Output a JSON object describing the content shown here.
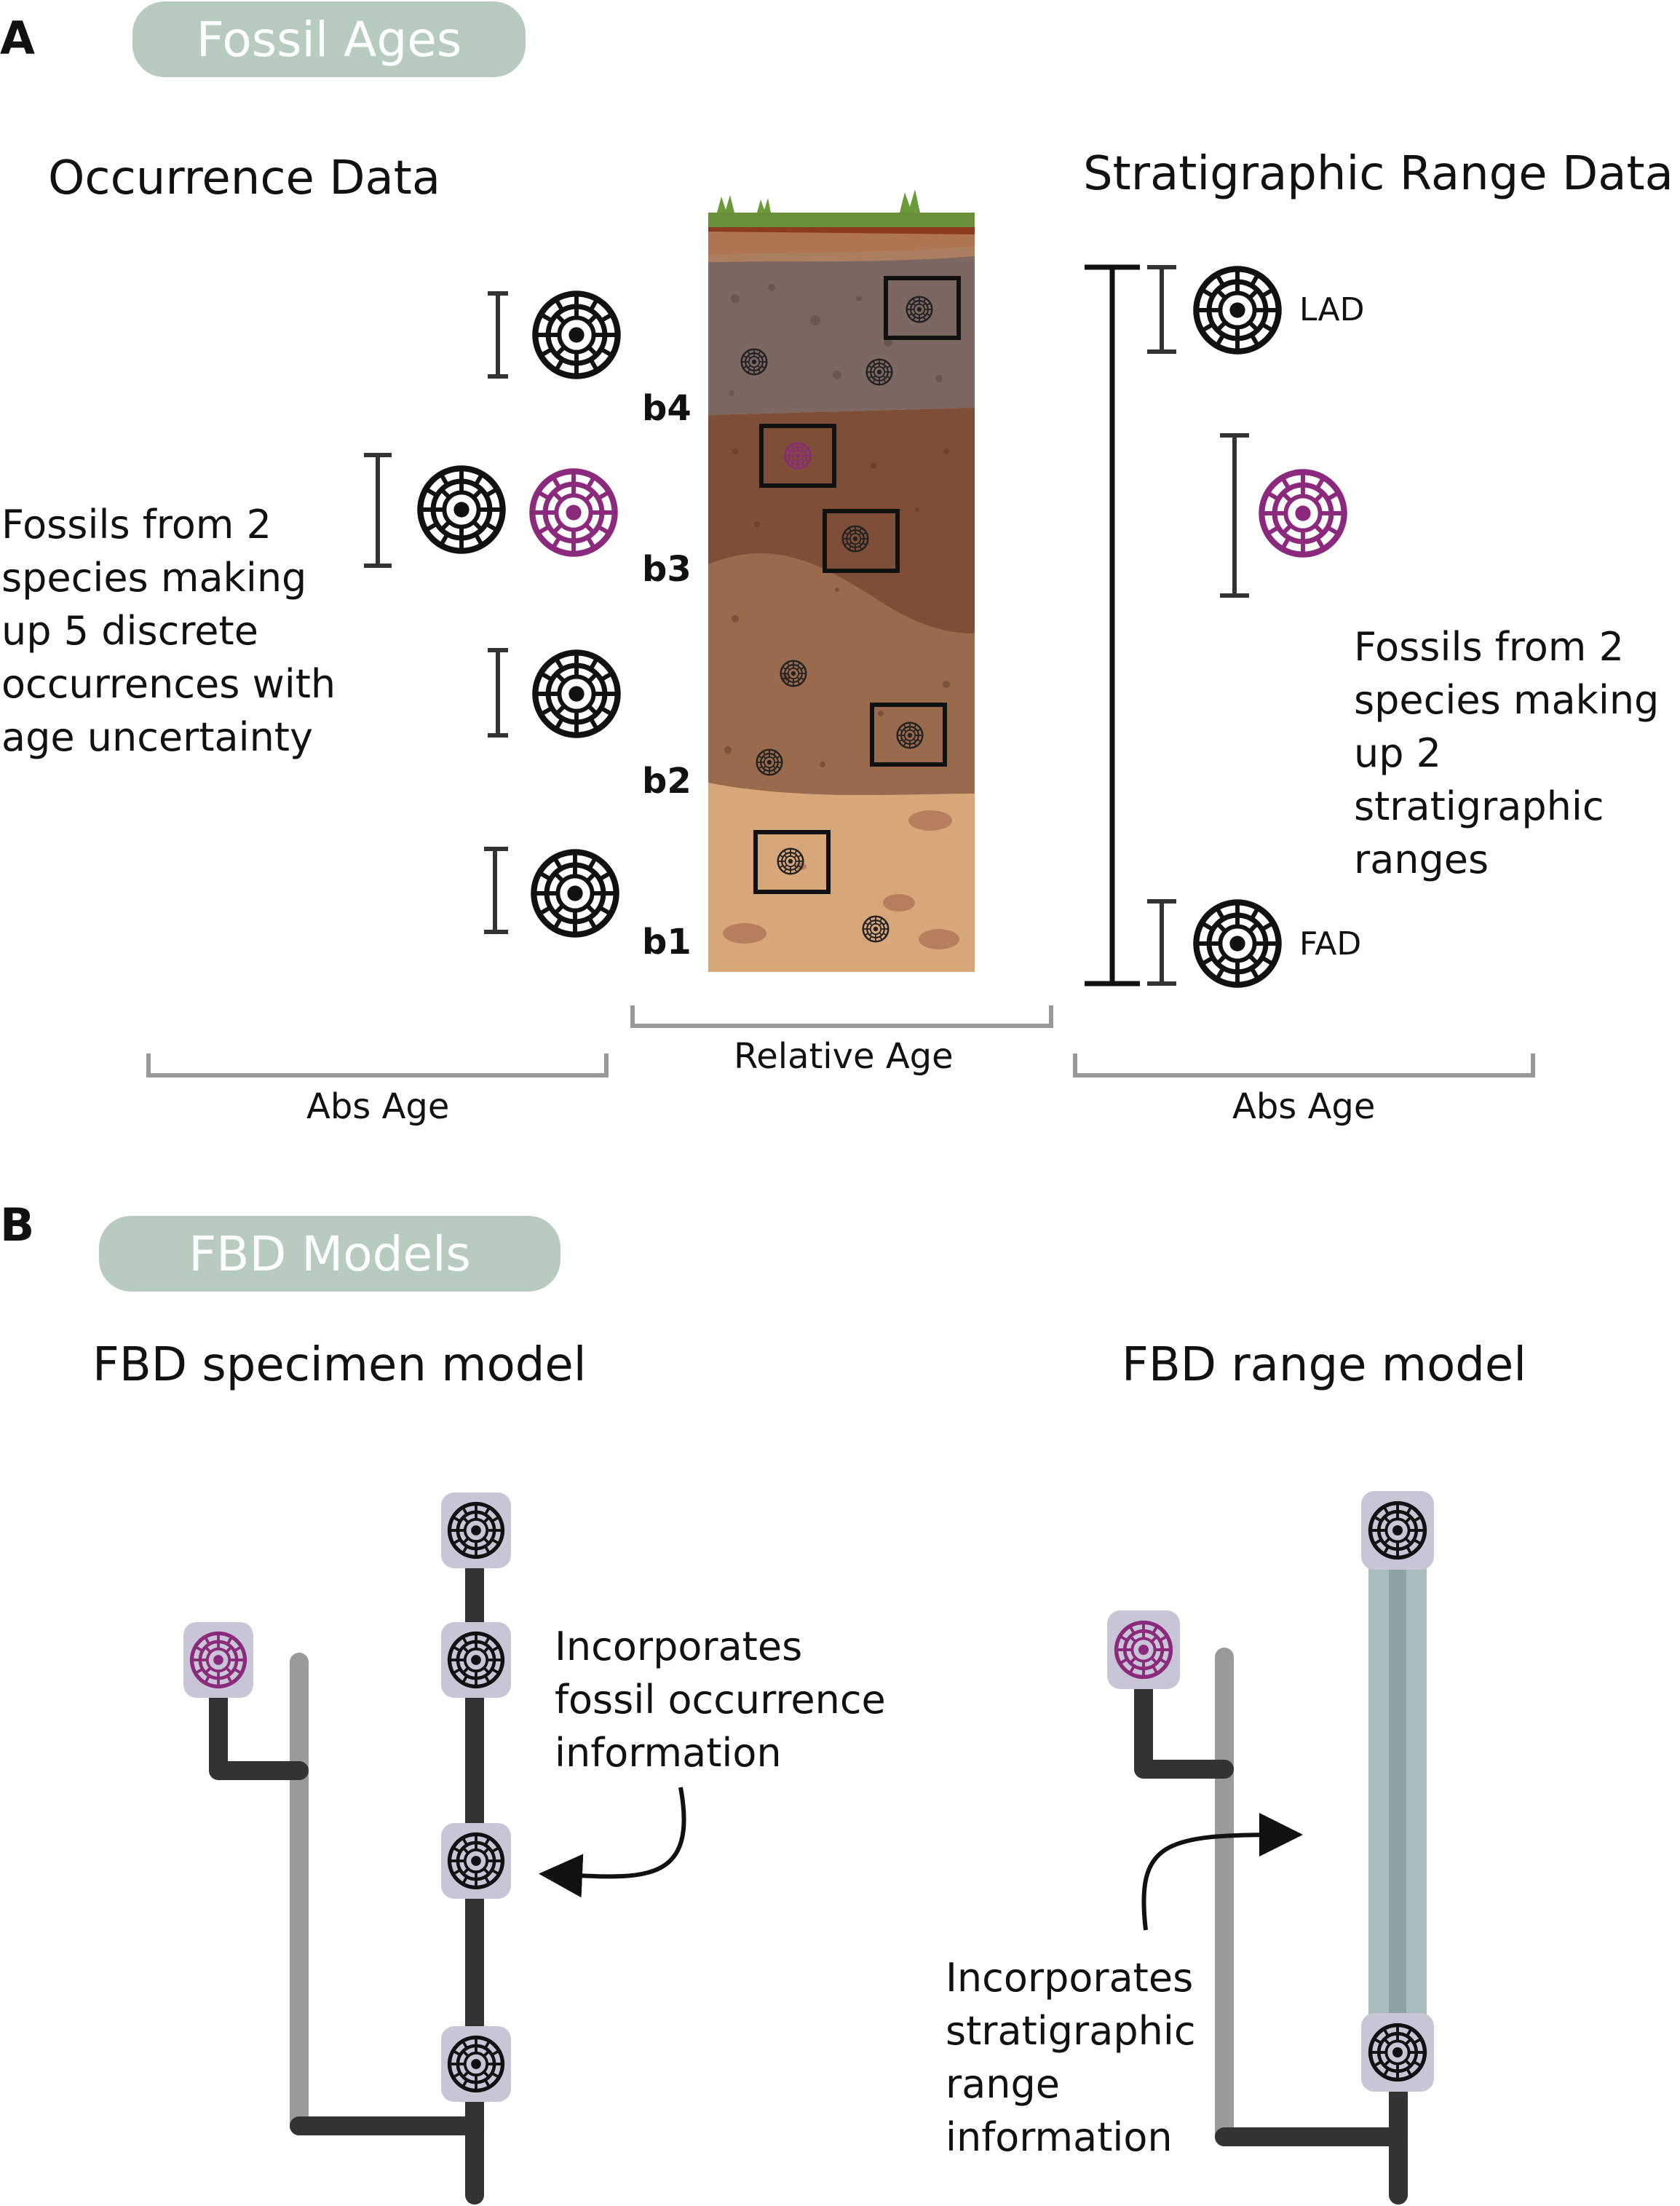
{
  "panel_a": {
    "letter": "A",
    "pill": "Fossil Ages",
    "left_heading": "Occurrence Data",
    "right_heading": "Stratigraphic Range Data",
    "left_note": "Fossils from 2\nspecies making\nup 5 discrete\noccurrences with\nage uncertainty",
    "right_note": "Fossils from 2\nspecies making\nup 2 stratigraphic\nranges",
    "beds": [
      "b4",
      "b3",
      "b2",
      "b1"
    ],
    "range_labels": {
      "last": "LAD",
      "first": "FAD"
    },
    "axis_left": "Abs Age",
    "axis_middle": "Relative Age",
    "axis_right": "Abs Age"
  },
  "panel_b": {
    "letter": "B",
    "pill": "FBD Models",
    "left_heading": "FBD specimen model",
    "right_heading": "FBD range model",
    "left_note": "Incorporates\nfossil occurrence\ninformation",
    "right_note": "Incorporates\nstratigraphic\nrange\ninformation"
  },
  "colors": {
    "pill": "#b7cbbe",
    "species_black": "#111111",
    "species_purple": "#8b2a7c",
    "badge": "#c8c6d6",
    "range_bar": "#a9bdbf",
    "tree_dark": "#333333",
    "tree_light": "#9a9a9a"
  },
  "icons": [
    "ammonite-icon",
    "arrow-icon"
  ]
}
